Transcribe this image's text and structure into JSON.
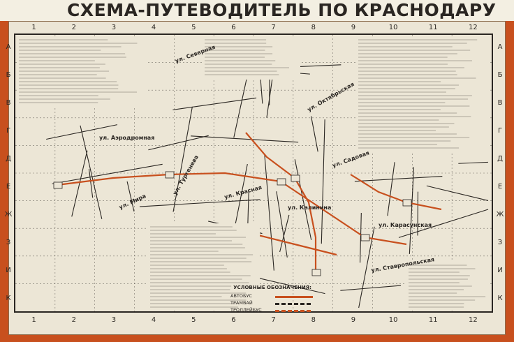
{
  "header": {
    "title": "СХЕМА-ПУТЕВОДИТЕЛЬ ПО КРАСНОДАРУ"
  },
  "grid": {
    "columns": [
      "1",
      "2",
      "3",
      "4",
      "5",
      "6",
      "7",
      "8",
      "9",
      "10",
      "11",
      "12"
    ],
    "rows": [
      "А",
      "Б",
      "В",
      "Г",
      "Д",
      "Е",
      "Ж",
      "З",
      "И",
      "К"
    ]
  },
  "map": {
    "streets": [
      "ул. Северная",
      "ул. Красная",
      "ул. Мира",
      "ул. Октябрьская",
      "ул. Калинина",
      "ул. Садовая",
      "ул. Ставропольская",
      "ул. Тургенева",
      "ул. Карасунская",
      "ул. Аэродромная"
    ]
  },
  "legend": {
    "title": "УСЛОВНЫЕ ОБОЗНАЧЕНИЯ:",
    "items": [
      {
        "label": "АВТОБУС",
        "color": "#c8501e"
      },
      {
        "label": "ТРАМВАЙ",
        "color": "#2a2622"
      },
      {
        "label": "ТРОЛЛЕЙБУС",
        "color": "#c8501e"
      }
    ]
  },
  "colors": {
    "background": "#c8501e",
    "paper": "#ece6d6",
    "ink": "#2a2622",
    "route_bus": "#c8501e",
    "route_tram": "#2a2622"
  }
}
